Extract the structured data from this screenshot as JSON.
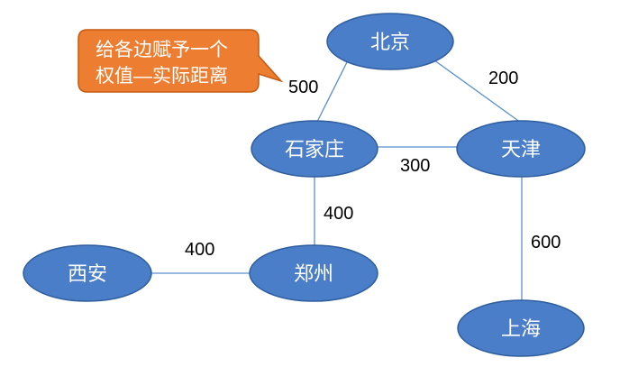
{
  "callout": {
    "line1": "给各边赋予一个",
    "line2": "权值—实际距离"
  },
  "nodes": {
    "beijing": "北京",
    "shijiazhuang": "石家庄",
    "tianjin": "天津",
    "xian": "西安",
    "zhengzhou": "郑州",
    "shanghai": "上海"
  },
  "edges": {
    "beijing_shijiazhuang": "500",
    "beijing_tianjin": "200",
    "shijiazhuang_tianjin": "300",
    "shijiazhuang_zhengzhou": "400",
    "xian_zhengzhou": "400",
    "tianjin_shanghai": "600"
  },
  "colors": {
    "node_fill": "#4A7EC8",
    "node_stroke": "#2F5E9E",
    "edge": "#5B8FD0",
    "callout_fill": "#ED7D31",
    "callout_stroke": "#C55A11"
  }
}
